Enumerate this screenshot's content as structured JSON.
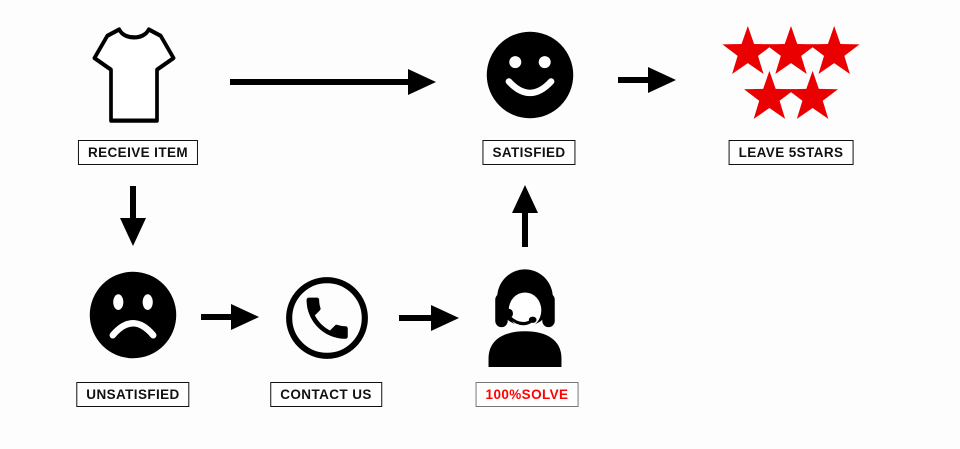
{
  "diagram": {
    "colors": {
      "line": "#000000",
      "star": "#ea0000",
      "solve_text": "#ff0000",
      "label_border": "#111111"
    },
    "nodes": {
      "receive_item": {
        "label": "RECEIVE ITEM",
        "icon": "tshirt-icon"
      },
      "satisfied": {
        "label": "SATISFIED",
        "icon": "smiley-face-icon"
      },
      "leave_5stars": {
        "label": "LEAVE 5STARS",
        "icon": "five-red-stars-icon"
      },
      "unsatisfied": {
        "label": "UNSATISFIED",
        "icon": "sad-face-icon"
      },
      "contact_us": {
        "label": "CONTACT US",
        "icon": "phone-icon"
      },
      "solve": {
        "label": "100%SOLVE",
        "icon": "support-agent-icon"
      }
    },
    "flow": [
      "receive_item -> satisfied",
      "satisfied -> leave_5stars",
      "receive_item -> unsatisfied",
      "unsatisfied -> contact_us",
      "contact_us -> solve",
      "solve -> satisfied"
    ]
  }
}
